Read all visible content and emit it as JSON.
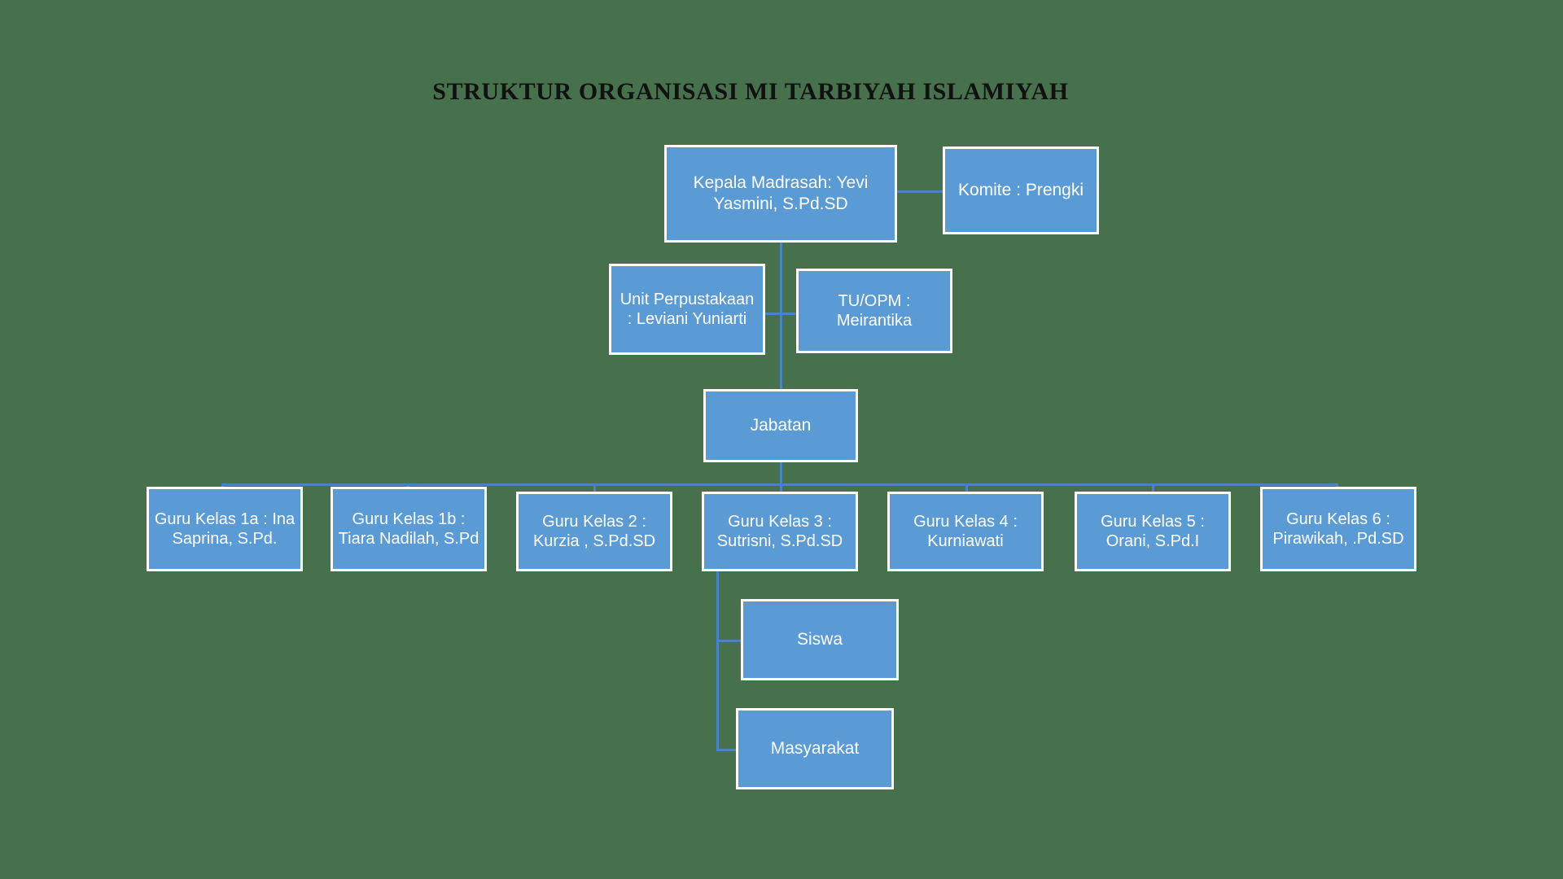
{
  "page": {
    "title": "STRUKTUR ORGANISASI MI TARBIYAH ISLAMIYAH",
    "background_color": "#47704c",
    "node_fill_color": "#5b9bd5",
    "node_border_color": "#ffffff",
    "connector_color": "#4a84bf",
    "text_color": "#ffffff",
    "title_color": "#111111"
  },
  "nodes": {
    "head": "Kepala Madrasah: Yevi Yasmini, S.Pd.SD",
    "komite": "Komite : Prengki",
    "library": "Unit Perpustakaan : Leviani Yuniarti",
    "tu_opm": "TU/OPM : Meirantika",
    "jabatan": "Jabatan",
    "siswa": "Siswa",
    "masyarakat": "Masyarakat"
  },
  "teachers": [
    {
      "label": "Guru Kelas 1a : Ina Saprina, S.Pd."
    },
    {
      "label": "Guru Kelas 1b : Tiara Nadilah, S.Pd"
    },
    {
      "label": "Guru Kelas 2 : Kurzia , S.Pd.SD"
    },
    {
      "label": "Guru Kelas 3 : Sutrisni, S.Pd.SD"
    },
    {
      "label": "Guru Kelas 4 : Kurniawati"
    },
    {
      "label": "Guru Kelas 5 : Orani, S.Pd.I"
    },
    {
      "label": "Guru Kelas 6 : Pirawikah, .Pd.SD"
    }
  ]
}
